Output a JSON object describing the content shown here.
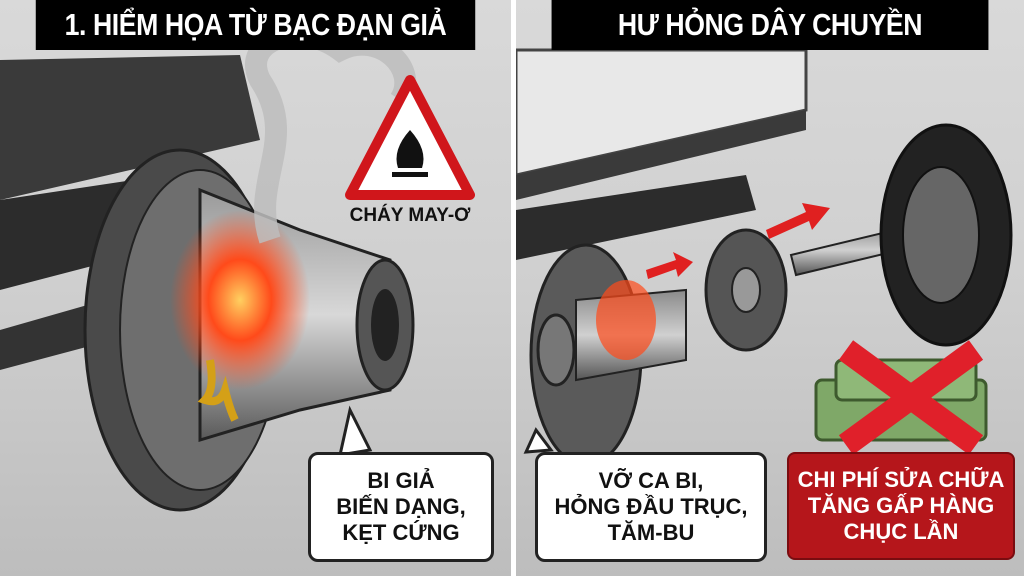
{
  "left_panel": {
    "title": "1. HIỂM HỌA TỪ BẠC ĐẠN GIẢ",
    "warning_icon": "fire-warning-triangle-icon",
    "warning_label": "CHÁY MAY-Ơ",
    "callout_lines": [
      "BI GIẢ",
      "BIẾN DẠNG,",
      "KẸT CỨNG"
    ]
  },
  "right_panel": {
    "title": "HƯ HỎNG DÂY CHUYỀN",
    "callout_lines": [
      "VỠ CA BI,",
      "HỎNG ĐẦU TRỤC,",
      "TĂM-BU"
    ],
    "cost_lines": [
      "CHI PHÍ SỬA CHỮA",
      "TĂNG GẤP HÀNG",
      "CHỤC LẦN"
    ],
    "cost_icon": "money-crossed-icon"
  },
  "colors": {
    "header_bg": "#000000",
    "accent_red": "#b5161b",
    "glow": "#ff4a1a"
  }
}
